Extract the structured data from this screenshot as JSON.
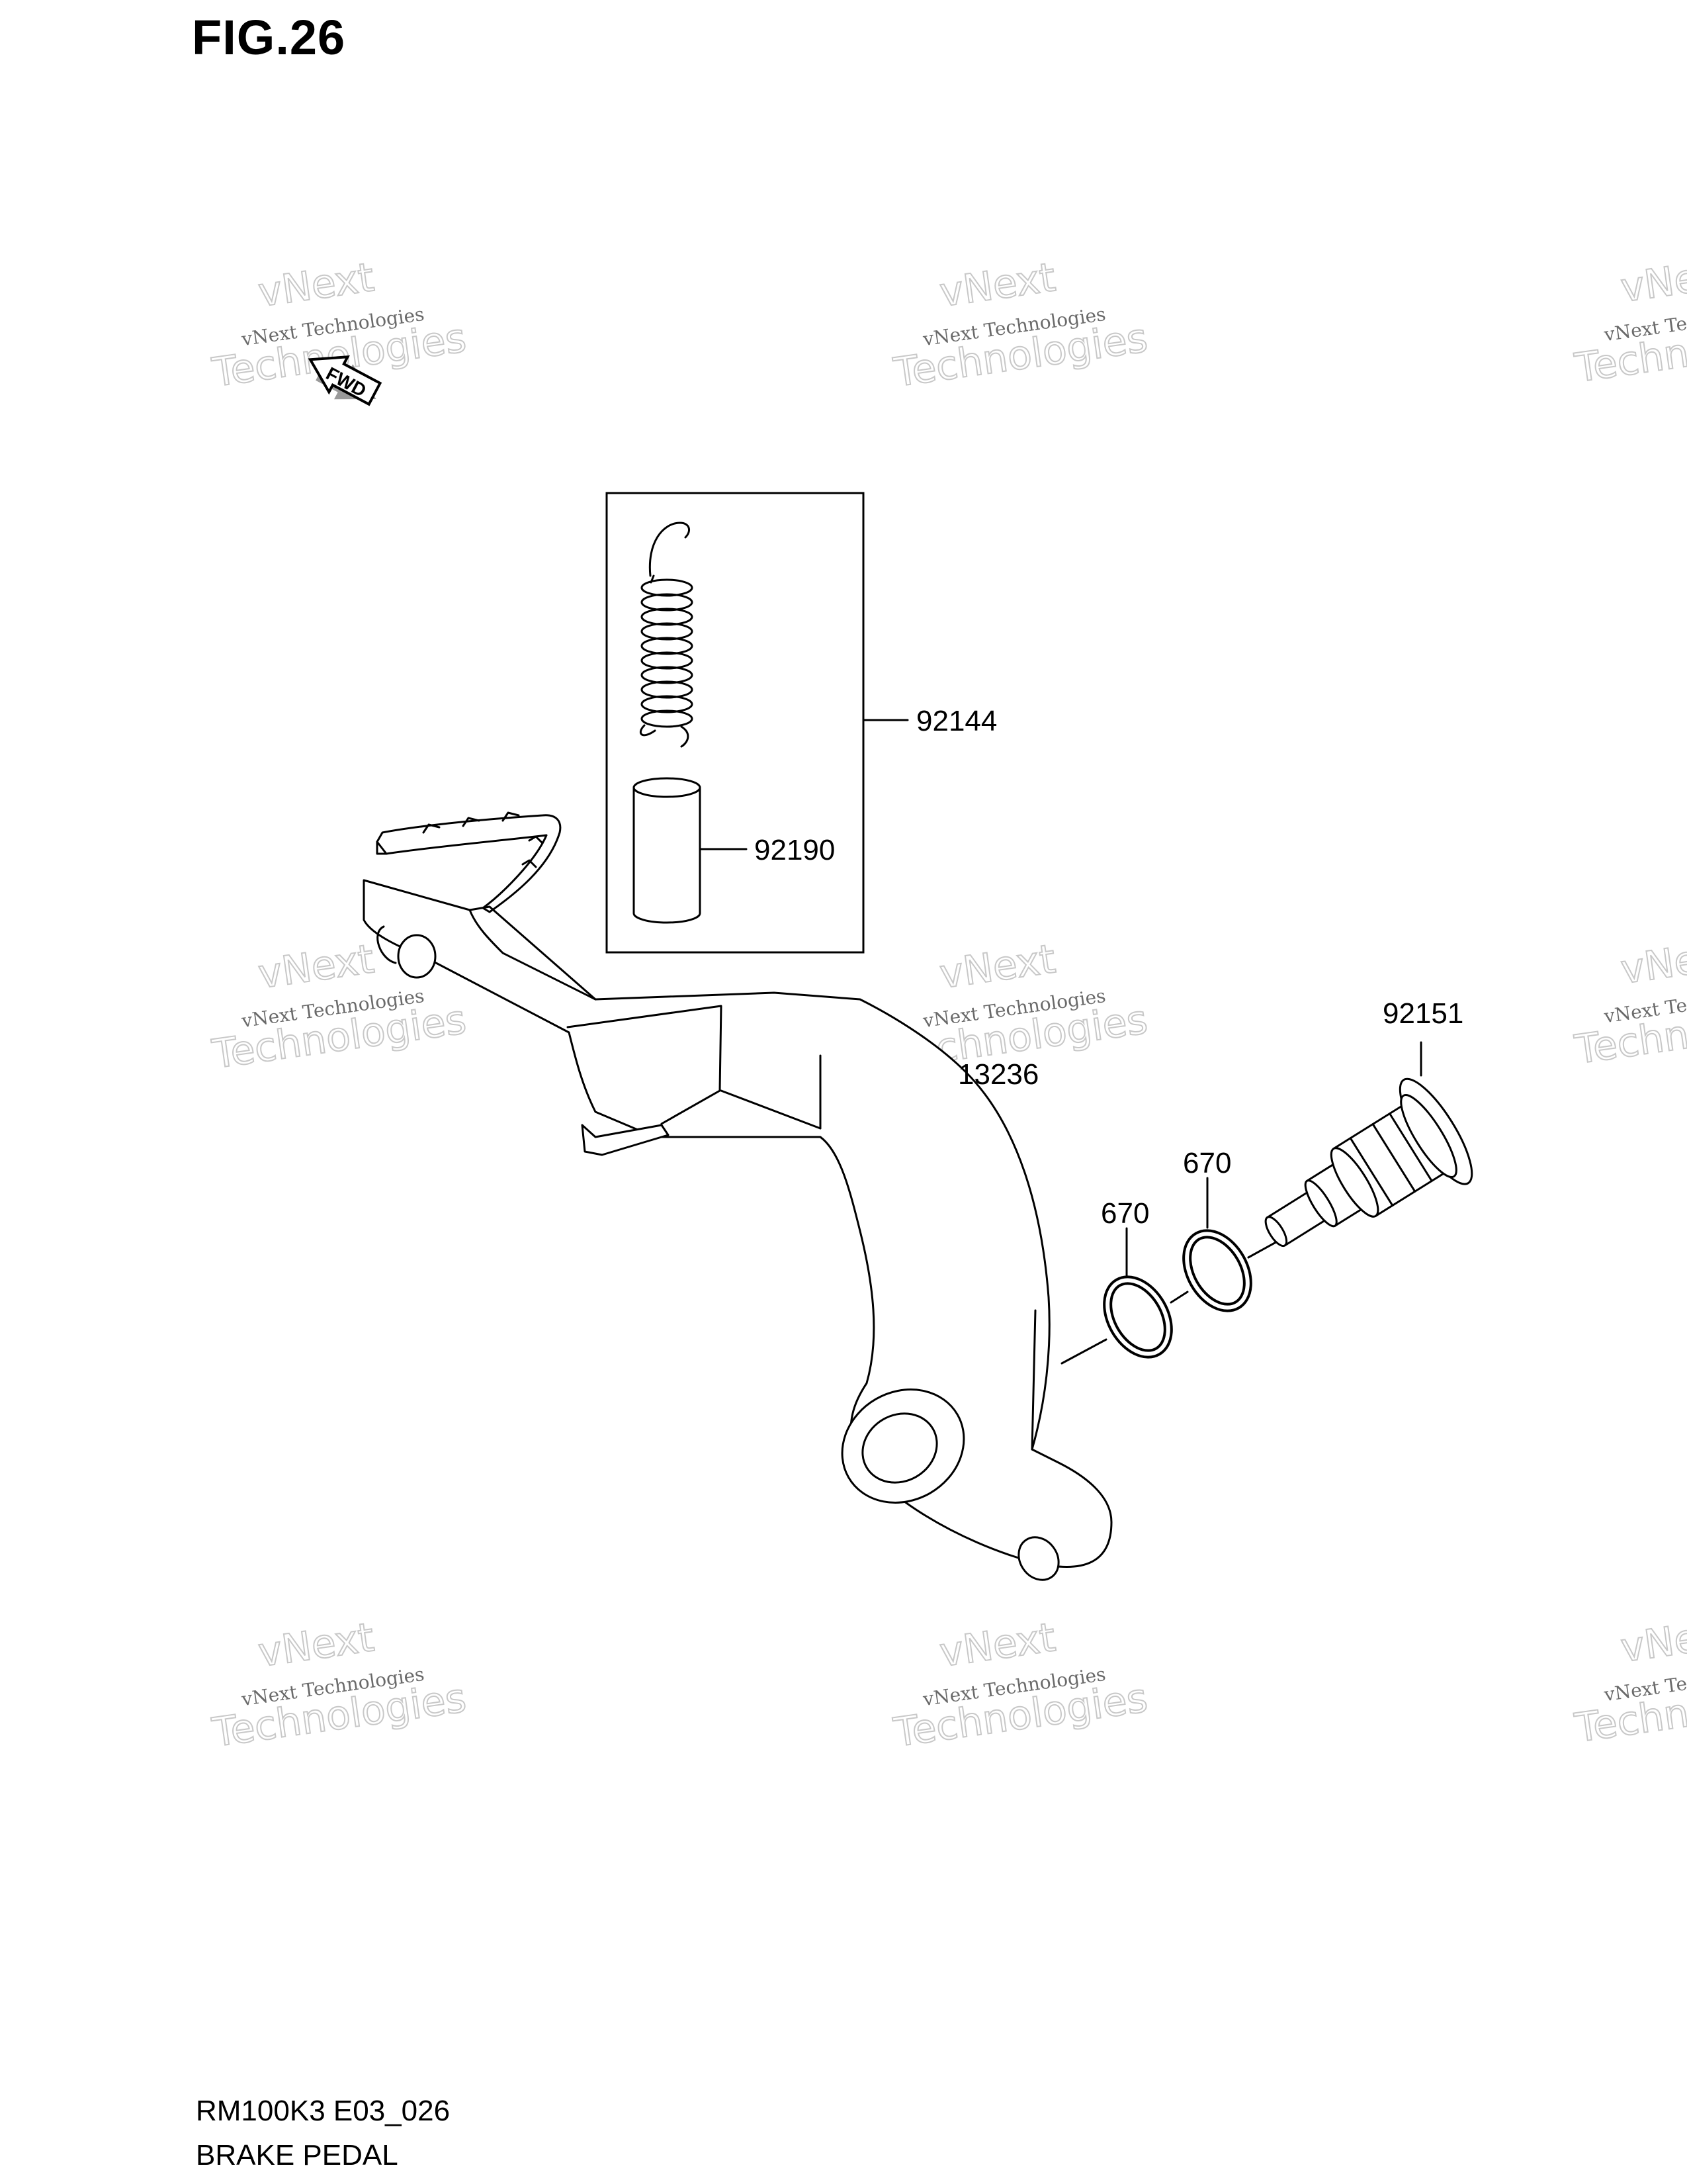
{
  "figure": {
    "title": "FIG.26",
    "code": "RM100K3 E03_026",
    "name": "BRAKE PEDAL"
  },
  "fwd_label": "FWD",
  "watermark": {
    "line1": "vNext Technologies",
    "line2": "vNext",
    "line3": "Technologies"
  },
  "callouts": {
    "spring_kit": "92144",
    "sleeve": "92190",
    "pedal": "13236",
    "shaft": "92151",
    "oring_upper": "670",
    "oring_lower": "670"
  }
}
